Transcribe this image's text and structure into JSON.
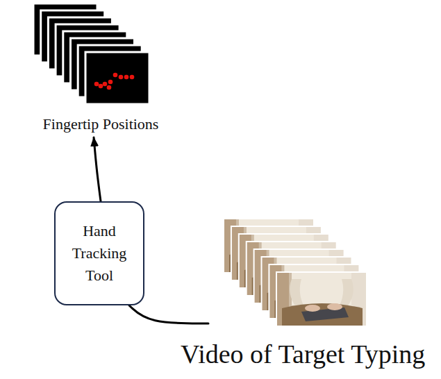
{
  "diagram": {
    "nodes": [
      {
        "text": [
          "Fingertip Positions"
        ]
      },
      {
        "text": [
          "Hand Tracking Tool"
        ]
      },
      {
        "text": [
          "Video of Target Typing"
        ]
      }
    ],
    "edges": [
      {
        "from": 2,
        "to": 1,
        "arrow": "none"
      },
      {
        "from": 1,
        "to": 0,
        "arrow": "to"
      }
    ]
  }
}
